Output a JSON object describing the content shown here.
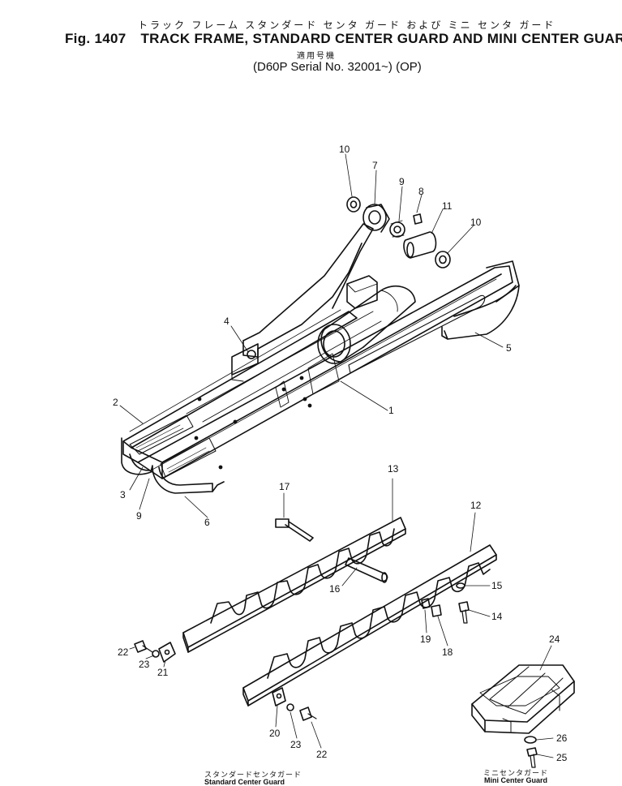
{
  "header": {
    "japanese_title": "トラック フレーム スタンダード センタ ガード および ミニ センタ ガード",
    "figure_label": "Fig. 1407",
    "title": "TRACK FRAME, STANDARD CENTER GUARD AND MINI CENTER GUARD",
    "applicability_jp": "適用号機",
    "serial": "(D60P Serial No. 32001~) (OP)"
  },
  "captions": {
    "standard_jp": "スタンダードセンタガード",
    "standard_en": "Standard Center Guard",
    "mini_jp": "ミニセンタガード",
    "mini_en": "Mini Center Guard"
  },
  "callouts": [
    "10",
    "7",
    "9",
    "8",
    "11",
    "10",
    "4",
    "5",
    "2",
    "1",
    "3",
    "9",
    "6",
    "13",
    "17",
    "12",
    "15",
    "16",
    "14",
    "19",
    "18",
    "22",
    "23",
    "21",
    "24",
    "20",
    "23",
    "22",
    "26",
    "25"
  ]
}
